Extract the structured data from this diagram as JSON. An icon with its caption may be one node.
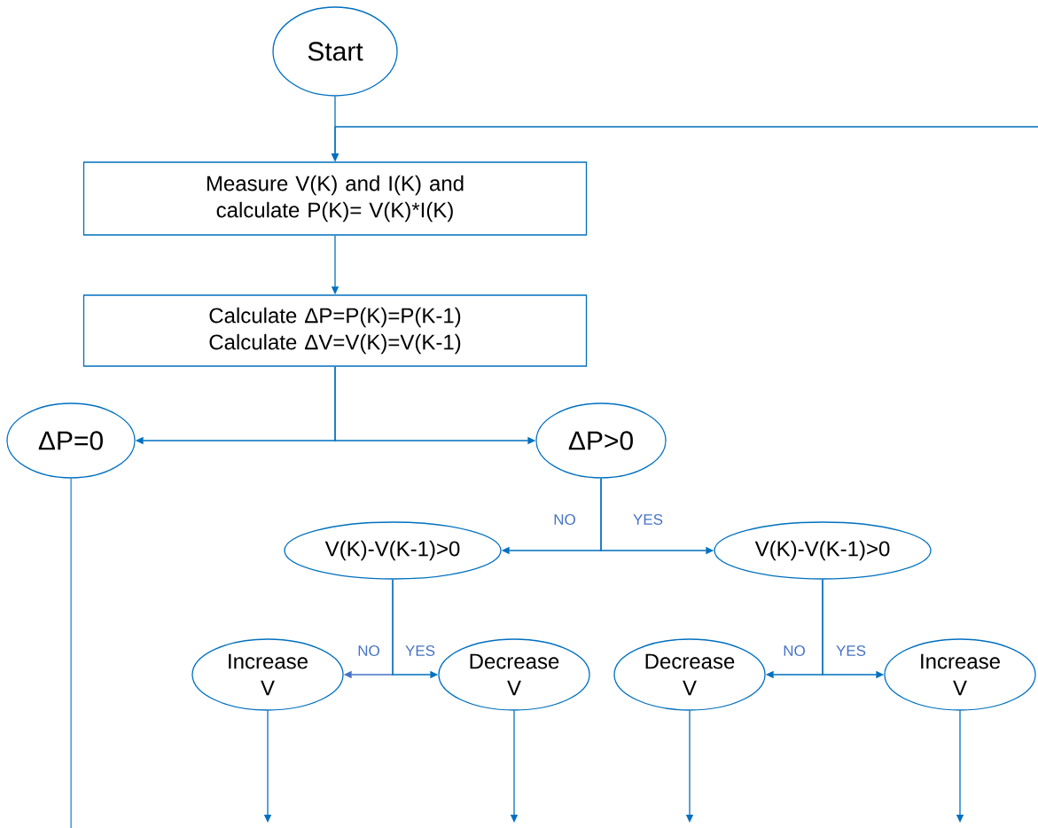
{
  "diagram": {
    "nodes": [
      {
        "text": [
          "Start"
        ]
      },
      {
        "text": [
          "Measure V(K) and I(K) and calculate P(K)= V(K)*I(K)"
        ]
      },
      {
        "text": [
          "Calculate  ΔP=P(K)=P(K-1)",
          "Calculate  ΔV=V(K)=V(K-1)"
        ]
      },
      {
        "text": [
          "ΔP=0"
        ]
      },
      {
        "text": [
          "ΔP>0"
        ]
      },
      {
        "text": [
          "V(K)-V(K-1)>0"
        ]
      },
      {
        "text": [
          "V(K)-V(K-1)>0"
        ]
      },
      {
        "text": [
          "Increase V"
        ]
      },
      {
        "text": [
          "Decrease V"
        ]
      },
      {
        "text": [
          "Decrease V"
        ]
      },
      {
        "text": [
          "Increase V"
        ]
      }
    ],
    "edges": [
      {
        "from": 0,
        "to": 1,
        "arrow": "to"
      },
      {
        "from": null,
        "to": 1,
        "arrow": "to"
      },
      {
        "from": 1,
        "to": 2,
        "arrow": "to"
      },
      {
        "from": 2,
        "to": 3,
        "arrow": "to"
      },
      {
        "from": 2,
        "to": 4,
        "arrow": "to"
      },
      {
        "from": 4,
        "to": 5,
        "arrow": "to",
        "label": "NO"
      },
      {
        "from": 4,
        "to": 6,
        "arrow": "to",
        "label": "YES"
      },
      {
        "from": 5,
        "to": 7,
        "arrow": "to",
        "label": "NO",
        "color": "#4472c4"
      },
      {
        "from": 5,
        "to": 8,
        "arrow": "to",
        "label": "YES"
      },
      {
        "from": 6,
        "to": 9,
        "arrow": "to",
        "label": "NO"
      },
      {
        "from": 6,
        "to": 10,
        "arrow": "to",
        "label": "YES"
      },
      {
        "from": 3,
        "to": null,
        "arrow": "none"
      },
      {
        "from": 7,
        "to": null,
        "arrow": "to"
      },
      {
        "from": 8,
        "to": null,
        "arrow": "to"
      },
      {
        "from": 9,
        "to": null,
        "arrow": "to"
      },
      {
        "from": 10,
        "to": null,
        "arrow": "to"
      }
    ]
  }
}
